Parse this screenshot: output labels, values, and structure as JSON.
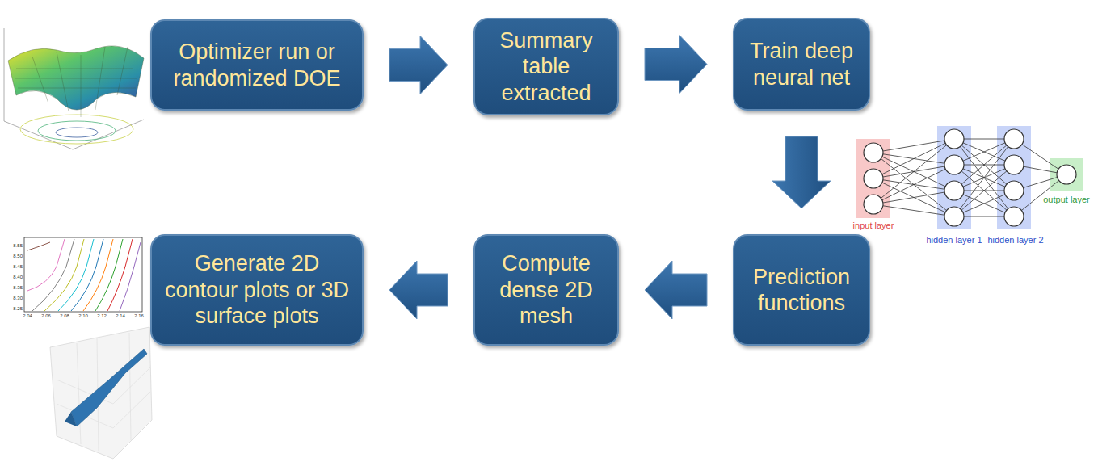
{
  "diagram": {
    "nodes": [
      {
        "text": [
          "Optimizer run or randomized DOE"
        ]
      },
      {
        "text": [
          "Summary table extracted"
        ]
      },
      {
        "text": [
          "Train deep neural net"
        ]
      },
      {
        "text": [
          "Prediction functions"
        ]
      },
      {
        "text": [
          "Compute dense 2D mesh"
        ]
      },
      {
        "text": [
          "Generate 2D contour plots or 3D surface plots"
        ]
      }
    ],
    "edges": [
      {
        "from": 0,
        "to": 1,
        "arrow": "to"
      },
      {
        "from": 1,
        "to": 2,
        "arrow": "to"
      },
      {
        "from": 2,
        "to": 3,
        "arrow": "to"
      },
      {
        "from": 3,
        "to": 4,
        "arrow": "to"
      },
      {
        "from": 4,
        "to": 5,
        "arrow": "to"
      }
    ],
    "labels": [
      "input layer",
      "hidden layer 1",
      "hidden layer 2",
      "output layer",
      "8.25",
      "8.30",
      "8.35",
      "8.40",
      "8.45",
      "8.50",
      "8.55",
      "2.04",
      "2.06",
      "2.08",
      "2.10",
      "2.12",
      "2.14",
      "2.16"
    ]
  }
}
